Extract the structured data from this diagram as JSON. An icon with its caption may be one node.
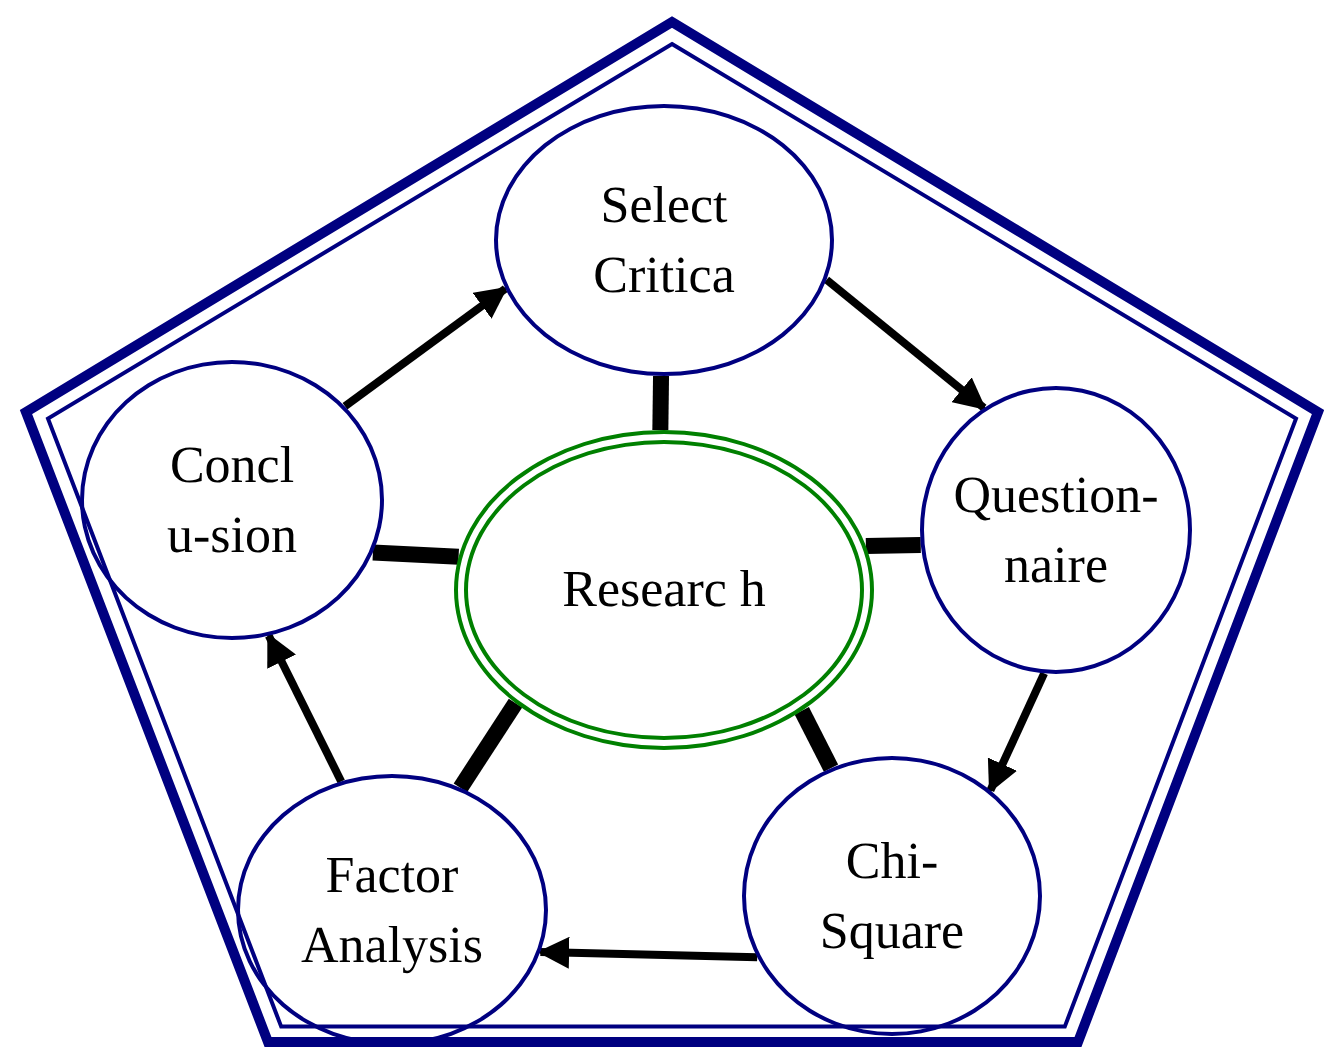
{
  "diagram": {
    "nodes": [
      {
        "text": [],
        "shape": "pentagon"
      },
      {
        "text": [
          "Select Critica"
        ],
        "in": 0
      },
      {
        "text": [
          "Question- naire"
        ],
        "in": 0
      },
      {
        "text": [
          "Chi- Square"
        ],
        "in": 0
      },
      {
        "text": [
          "Factor Analysis"
        ],
        "in": 0
      },
      {
        "text": [
          "Concl u-sion"
        ],
        "in": 0
      },
      {
        "text": [
          "Researc h"
        ],
        "in": 0
      }
    ],
    "edges": [
      {
        "from": 1,
        "to": 2,
        "arrow": "to"
      },
      {
        "from": 2,
        "to": 3,
        "arrow": "to"
      },
      {
        "from": 3,
        "to": 4,
        "arrow": "to"
      },
      {
        "from": 4,
        "to": 5,
        "arrow": "to"
      },
      {
        "from": 5,
        "to": 1,
        "arrow": "to"
      },
      {
        "from": 6,
        "to": 1,
        "arrow": "none",
        "style": "thick"
      },
      {
        "from": 6,
        "to": 2,
        "arrow": "none",
        "style": "thick"
      },
      {
        "from": 6,
        "to": 3,
        "arrow": "none",
        "style": "thick"
      },
      {
        "from": 6,
        "to": 4,
        "arrow": "none",
        "style": "thick"
      },
      {
        "from": 6,
        "to": 5,
        "arrow": "none",
        "style": "thick"
      }
    ]
  }
}
